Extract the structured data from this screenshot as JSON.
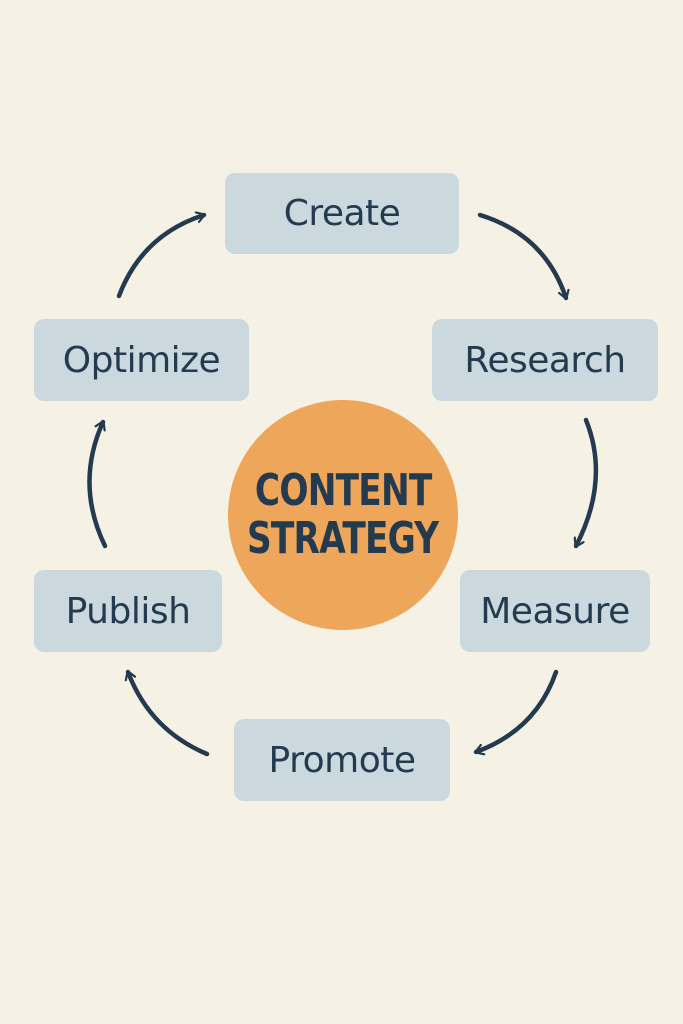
{
  "colors": {
    "background": "#f5f2e5",
    "step_fill": "#cbd9de",
    "hub_fill": "#eda65a",
    "text": "#243a4f",
    "arrow": "#243a4f"
  },
  "center": {
    "line1": "CONTENT",
    "line2": "STRATEGY"
  },
  "steps": [
    {
      "label": "Create"
    },
    {
      "label": "Research"
    },
    {
      "label": "Measure"
    },
    {
      "label": "Promote"
    },
    {
      "label": "Publish"
    },
    {
      "label": "Optimize"
    }
  ],
  "flow": "clockwise"
}
